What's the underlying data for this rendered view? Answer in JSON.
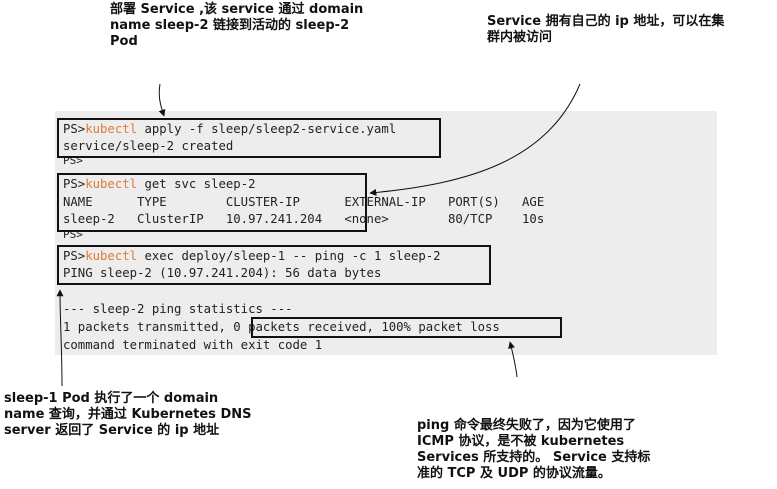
{
  "annotations": {
    "top_left": [
      "部署 Service ,该 service 通过 domain",
      "name sleep-2 链接到活动的 sleep-2",
      "Pod"
    ],
    "top_right": [
      "Service 拥有自己的 ip 地址，可以在集",
      "群内被访问"
    ],
    "bottom_left": [
      "sleep-1 Pod 执行了一个 domain",
      "name 查询，并通过 Kubernetes DNS",
      "server 返回了 Service 的 ip 地址"
    ],
    "bottom_right": [
      "ping 命令最终失败了，因为它使用了",
      "ICMP 协议，是不被 kubernetes",
      "Services 所支持的。 Service 支持标",
      "准的 TCP 及 UDP 的协议流量。"
    ]
  },
  "terminal": {
    "prompt": "PS>",
    "kubectl": "kubectl",
    "cmd1_args": " apply -f sleep/sleep2-service.yaml",
    "out1": "service/sleep-2 created",
    "blank_prompt": "PS>",
    "cmd2_args": " get svc sleep-2",
    "table_header": "NAME      TYPE        CLUSTER-IP      EXTERNAL-IP   PORT(S)   AGE",
    "table_row": "sleep-2   ClusterIP   10.97.241.204   <none>        80/TCP    10s",
    "cmd3_args": " exec deploy/sleep-1 -- ping -c 1 sleep-2",
    "out3": "PING sleep-2 (10.97.241.204): 56 data bytes",
    "stats_header": "--- sleep-2 ping statistics ---",
    "stats_line_a": "1 packets transmitted, ",
    "stats_line_b": "0 packets received, 100% packet loss",
    "exit_line": "command terminated with exit code 1"
  }
}
